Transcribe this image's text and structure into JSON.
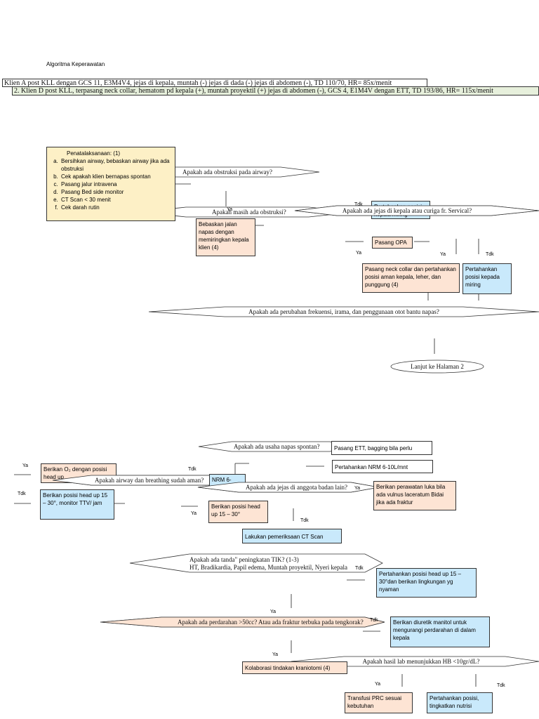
{
  "title": "Algoritma Keperawatan",
  "cases": {
    "case1": "Klien A post KLL dengan GCS 11, E3M4V4, jejas di kepala, muntah (-) jejas di dada (-) jejas di abdomen (-), TD 110/70, HR= 85x/menit",
    "case2": "2. Klien D post KLL, terpasang neck collar, hematom pd kepala (+), muntah proyektil (+) jejas di abdomen (-), GCS 4, E1M4V dengan ETT, TD 193/86, HR= 115x/menit"
  },
  "penatalaksanaan": {
    "heading": "Penatalaksanaan: (1)",
    "items": [
      "Bersihkan airway, bebaskan airway jika ada obstruksi",
      "Cek apakah klien bernapas spontan",
      "Pasang jalur intravena",
      "Pasang Bed side monitor",
      "CT Scan < 30 menit",
      "Cek darah rutin"
    ]
  },
  "decisions": {
    "d1": "Apakah ada obstruksi pada airway?",
    "d2": "Apakah masih ada obstruksi?",
    "d3": "Apakah ada jejas di kepala atau curiga fr. Servical?",
    "d4": "Apakah ada perubahan frekuensi, irama, dan penggunaan otot bantu napas?",
    "d5": "Apakah ada usaha napas spontan?",
    "d6": "Apakah airway dan breathing sudah aman?",
    "d7": "Apakah ada jejas di anggota badan lain?",
    "d8_line1": "Apakah ada tanda\" peningkatan TIK? (1-3)",
    "d8_line2": "HT, Bradikardia, Papil edema, Muntah proyektil, Nyeri kepala",
    "d9": "Apakah ada perdarahan >50cc? Atau ada fraktur terbuka pada tengkorak?",
    "d10": "Apakah hasil lab menunjukkan HB <10gr/dL?"
  },
  "terminal": "Lanjut ke Halaman 2",
  "boxes": {
    "bebaskan": "Bebaskan jalan napas dengan memiringkan kepala klien (4)",
    "pertahankan_miring_top": "Pertahankan posisi kepala miring",
    "pasang_opa": "Pasang OPA",
    "neck_collar": "Pasang neck collar dan pertahankan posisi aman kepala, leher, dan punggung (4)",
    "pertahankan_miring": "Pertahankan posisi kepada miring",
    "pasang_ett": "Pasang ETT, bagging bila perlu",
    "pertahankan_nrm": "Pertahankan NRM 6-10L/mnt",
    "berikan_o2": "Berikan O₂ dengan posisi head up",
    "nrm": "NRM 6-10L/mnt",
    "head_up_monitor": "Berikan posisi head up 15 – 30°, monitor TTV/ jam",
    "head_up": "Berikan posisi head up 15 – 30°",
    "perawatan_luka": "Berikan perawatan luka bila ada vulnus laceratum Bidai jika ada fraktur",
    "ct_scan": "Lakukan pemeriksaan CT Scan",
    "head_up_nyaman": "Pertahankan posisi head up 15 – 30°dan berikan lingkungan yg nyaman",
    "diuretik": "Berikan diuretik manitol untuk mengurangi perdarahan di dalam kepala",
    "kraniotomi": "Kolaborasi tindakan kraniotomi (4)",
    "transfusi": "Transfusi PRC sesuai kebutuhan",
    "nutrisi": "Pertahankan posisi, tingkatkan nutrisi"
  },
  "labels": {
    "yes": "Ya",
    "no": "Tdk"
  }
}
